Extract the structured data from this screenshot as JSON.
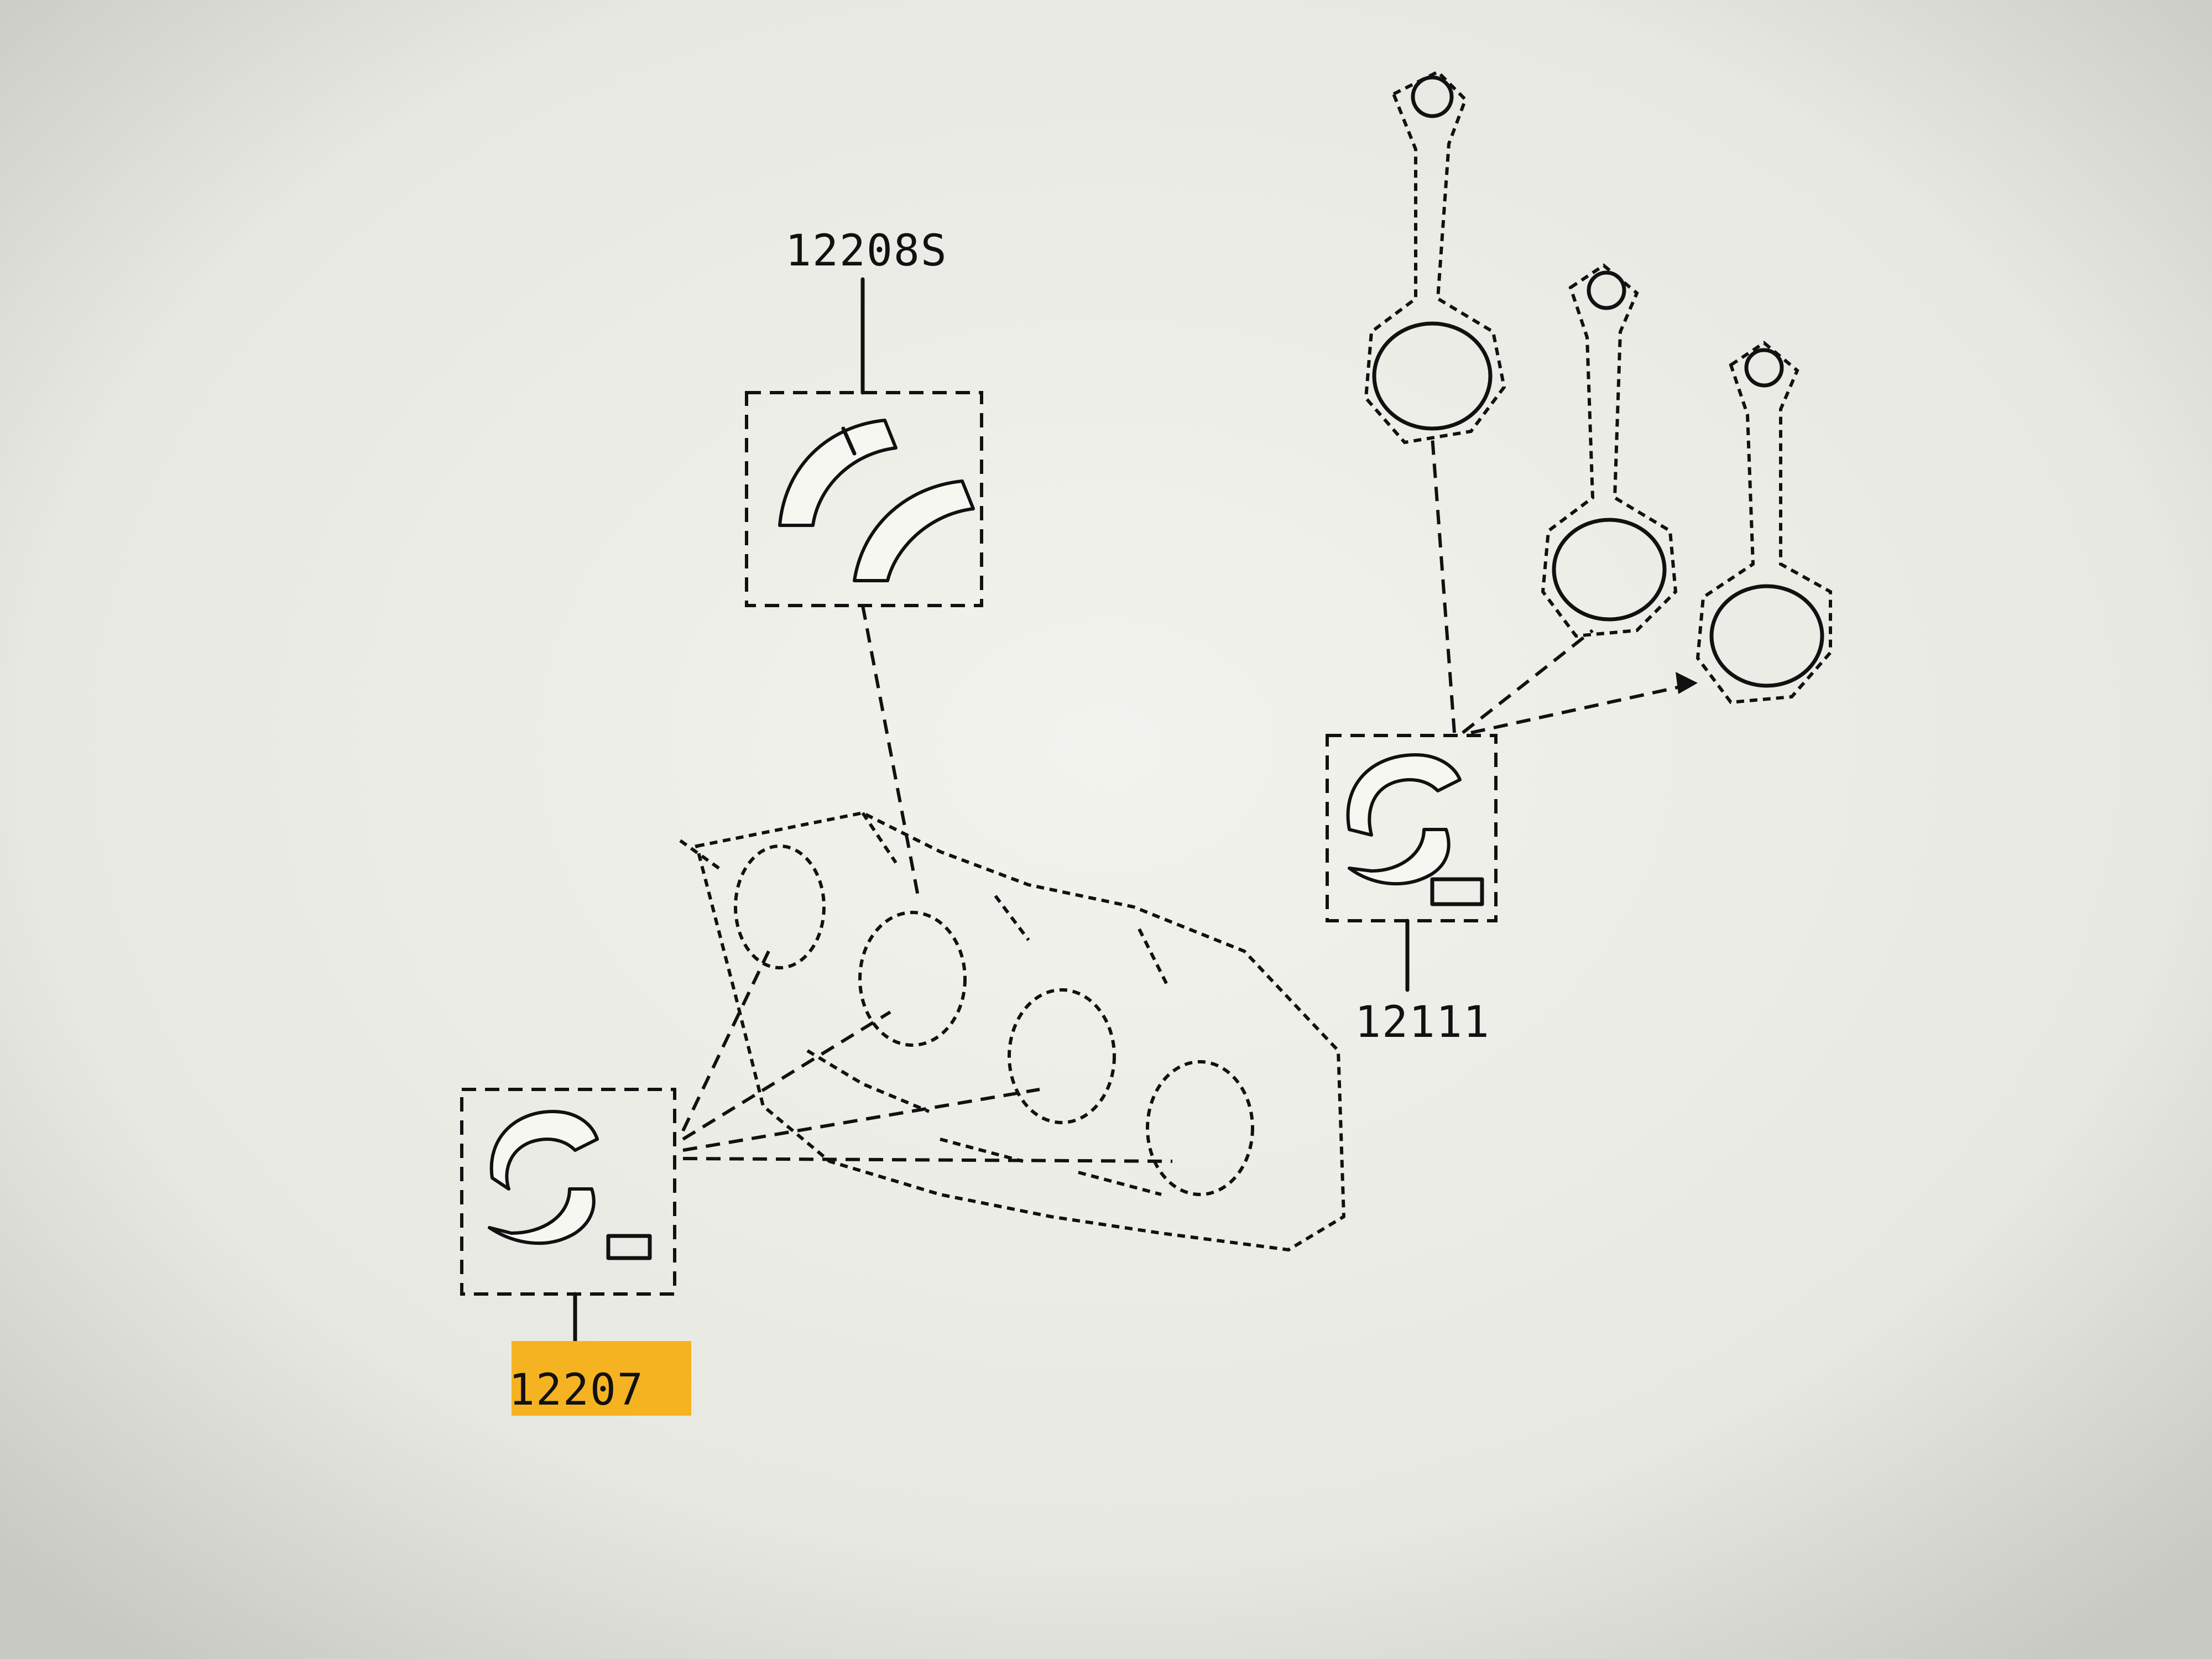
{
  "diagram": {
    "callouts": {
      "thrust_washer": "12208S",
      "main_bearing": "12207",
      "conrod_bearing": "12111"
    },
    "highlight_color": "#f5b321",
    "line_color": "#111111",
    "background_color": "#ecece6"
  }
}
